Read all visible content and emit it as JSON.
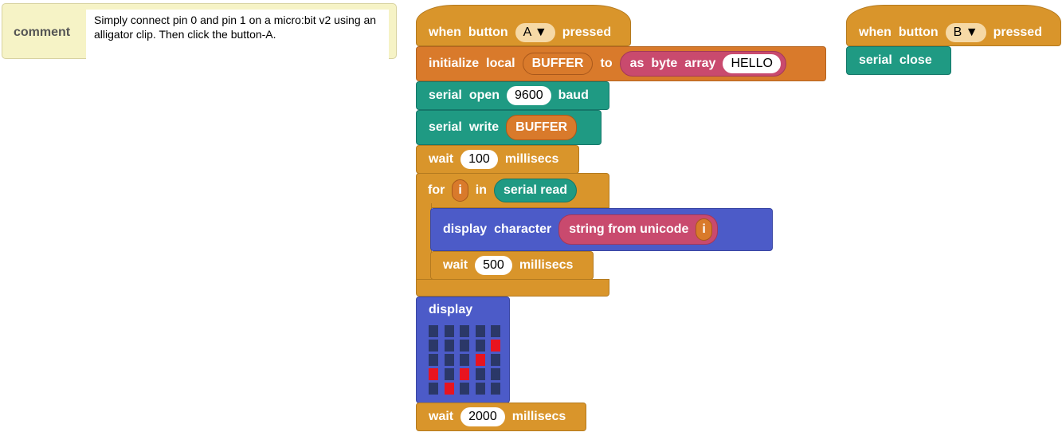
{
  "comment": {
    "label": "comment",
    "text": "Simply connect pin 0 and pin 1 on a micro:bit v2 using an alligator clip. Then click the button-A."
  },
  "script_a": {
    "hat": {
      "w1": "when",
      "w2": "button",
      "button": "A ▼",
      "w3": "pressed"
    },
    "init_local": {
      "w1": "initialize",
      "w2": "local",
      "var": "BUFFER",
      "w3": "to",
      "reporter": {
        "w1": "as",
        "w2": "byte",
        "w3": "array",
        "value": "HELLO"
      }
    },
    "serial_open": {
      "w1": "serial",
      "w2": "open",
      "value": "9600",
      "w3": "baud"
    },
    "serial_write": {
      "w1": "serial",
      "w2": "write",
      "var": "BUFFER"
    },
    "wait1": {
      "w1": "wait",
      "value": "100",
      "w2": "millisecs"
    },
    "for_loop": {
      "w1": "for",
      "var": "i",
      "w2": "in",
      "reporter": "serial read"
    },
    "display_char": {
      "w1": "display",
      "w2": "character",
      "reporter": "string from unicode",
      "var": "i"
    },
    "wait2": {
      "w1": "wait",
      "value": "500",
      "w2": "millisecs"
    },
    "display": {
      "label": "display",
      "grid": [
        [
          0,
          0,
          0,
          0,
          0
        ],
        [
          0,
          0,
          0,
          0,
          1
        ],
        [
          0,
          0,
          0,
          1,
          0
        ],
        [
          1,
          0,
          1,
          0,
          0
        ],
        [
          0,
          1,
          0,
          0,
          0
        ]
      ]
    },
    "wait3": {
      "w1": "wait",
      "value": "2000",
      "w2": "millisecs"
    }
  },
  "script_b": {
    "hat": {
      "w1": "when",
      "w2": "button",
      "button": "B ▼",
      "w3": "pressed"
    },
    "serial_close": {
      "w1": "serial",
      "w2": "close"
    }
  },
  "colors": {
    "control": "#d9952b",
    "variable": "#d97a2b",
    "serial": "#1f9a83",
    "display": "#4c5bc8",
    "string": "#c94a6e",
    "led_on": "#e8141f",
    "led_off": "#2b3868"
  }
}
